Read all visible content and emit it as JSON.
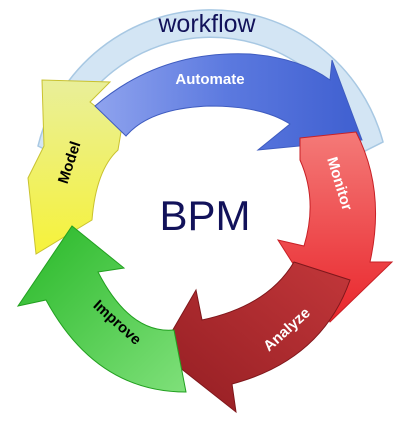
{
  "title": "workflow",
  "center_label": "BPM",
  "stages": [
    {
      "label": "Automate",
      "color": "#4f6fd8",
      "text_color": "#ffffff"
    },
    {
      "label": "Monitor",
      "color": "#f0393b",
      "text_color": "#ffffff"
    },
    {
      "label": "Analyze",
      "color": "#ad2a2e",
      "text_color": "#ffffff"
    },
    {
      "label": "Improve",
      "color": "#3cc83a",
      "text_color": "#000000"
    },
    {
      "label": "Model",
      "color": "#f4f126",
      "text_color": "#000000"
    }
  ],
  "colors": {
    "title": "#12125a",
    "center": "#12125a",
    "band": "#cfe3f3",
    "band_edge": "#9fc3e0"
  }
}
